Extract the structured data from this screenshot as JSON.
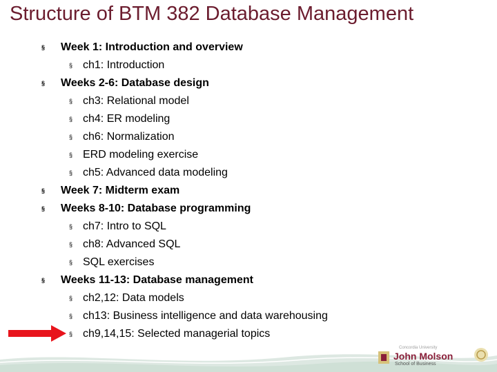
{
  "slide": {
    "title": "Structure of BTM 382 Database Management"
  },
  "outline": [
    {
      "level": 1,
      "bullet": "§",
      "text": "Week 1: Introduction and overview"
    },
    {
      "level": 2,
      "bullet": "§",
      "text": "ch1: Introduction"
    },
    {
      "level": 1,
      "bullet": "§",
      "text": "Weeks 2-6: Database design"
    },
    {
      "level": 2,
      "bullet": "§",
      "text": "ch3: Relational model"
    },
    {
      "level": 2,
      "bullet": "§",
      "text": "ch4: ER modeling"
    },
    {
      "level": 2,
      "bullet": "§",
      "text": "ch6: Normalization"
    },
    {
      "level": 2,
      "bullet": "§",
      "text": "ERD modeling exercise"
    },
    {
      "level": 2,
      "bullet": "§",
      "text": "ch5: Advanced data modeling"
    },
    {
      "level": 1,
      "bullet": "§",
      "text": "Week 7: Midterm exam"
    },
    {
      "level": 1,
      "bullet": "§",
      "text": "Weeks 8-10: Database programming"
    },
    {
      "level": 2,
      "bullet": "§",
      "text": "ch7: Intro to SQL"
    },
    {
      "level": 2,
      "bullet": "§",
      "text": "ch8: Advanced SQL"
    },
    {
      "level": 2,
      "bullet": "§",
      "text": "SQL exercises"
    },
    {
      "level": 1,
      "bullet": "§",
      "text": "Weeks 11-13: Database management"
    },
    {
      "level": 2,
      "bullet": "§",
      "text": "ch2,12: Data models"
    },
    {
      "level": 2,
      "bullet": "§",
      "text": "ch13: Business intelligence and data warehousing"
    },
    {
      "level": 2,
      "bullet": "§",
      "text": "ch9,14,15: Selected managerial topics"
    }
  ],
  "footer": {
    "university": "Concordia University",
    "school_name": "John Molson",
    "school_subtitle": "School of Business"
  },
  "colors": {
    "title": "#6b1c2e",
    "arrow": "#e8141c",
    "brand": "#8a1f3a",
    "footer_band": "#dde8e2"
  },
  "icons": {
    "pointer": "red-arrow-icon",
    "logo_mark": "jmsb-logo-mark-icon",
    "seal": "university-seal-icon"
  }
}
